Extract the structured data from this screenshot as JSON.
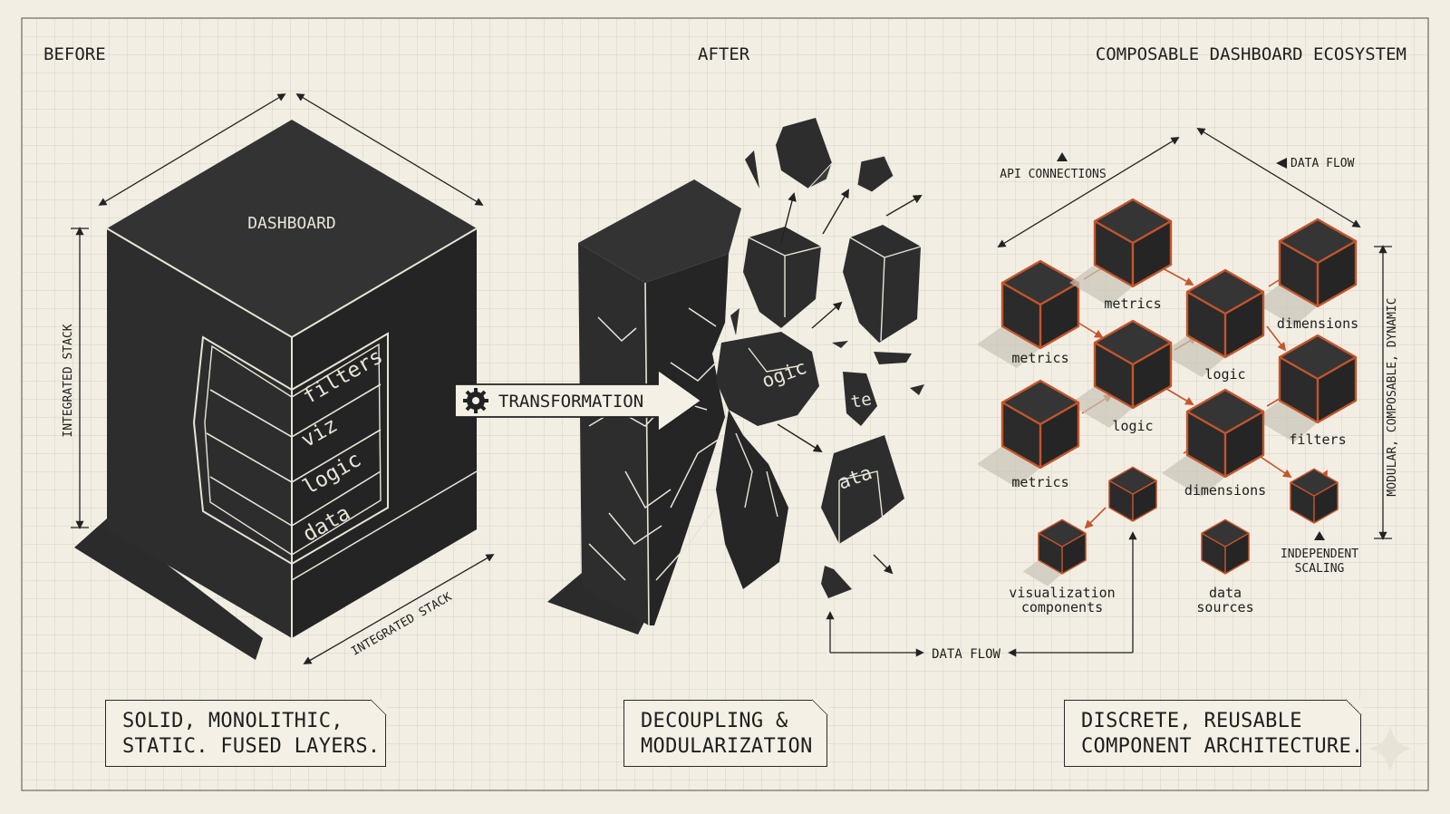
{
  "headers": {
    "before": "BEFORE",
    "after": "AFTER",
    "ecosystem": "COMPOSABLE DASHBOARD ECOSYSTEM"
  },
  "monolith": {
    "top_label": "DASHBOARD",
    "side_dim_label": "INTEGRATED STACK",
    "bottom_dim_label": "INTEGRATED STACK",
    "layers": [
      "filters",
      "viz",
      "logic",
      "data"
    ]
  },
  "transformation": {
    "label": "TRANSFORMATION",
    "icon": "gear-icon"
  },
  "fragments": {
    "labels": [
      "ogic",
      "te",
      "ata"
    ]
  },
  "bottom_flow": {
    "label": "DATA FLOW"
  },
  "ecosystem": {
    "api_label": "API CONNECTIONS",
    "flow_label": "DATA FLOW",
    "vertical_label": "MODULAR, COMPOSABLE, DYNAMIC",
    "scaling_label": [
      "INDEPENDENT",
      "SCALING"
    ],
    "cube_labels": {
      "metrics_top": "metrics",
      "metrics_left": "metrics",
      "metrics_bottom": "metrics",
      "dimensions_right": "dimensions",
      "dimensions_center": "dimensions",
      "logic_center": "logic",
      "logic_left": "logic",
      "filters": "filters",
      "visualization": [
        "visualization",
        "components"
      ],
      "data_sources": [
        "data",
        "sources"
      ]
    },
    "edge_color": "#c4552c"
  },
  "notes": {
    "before": [
      "SOLID, MONOLITHIC,",
      "STATIC. FUSED LAYERS."
    ],
    "after": [
      "DECOUPLING &",
      "MODULARIZATION"
    ],
    "ecosystem": [
      "DISCRETE, REUSABLE",
      "COMPONENT ARCHITECTURE."
    ]
  }
}
